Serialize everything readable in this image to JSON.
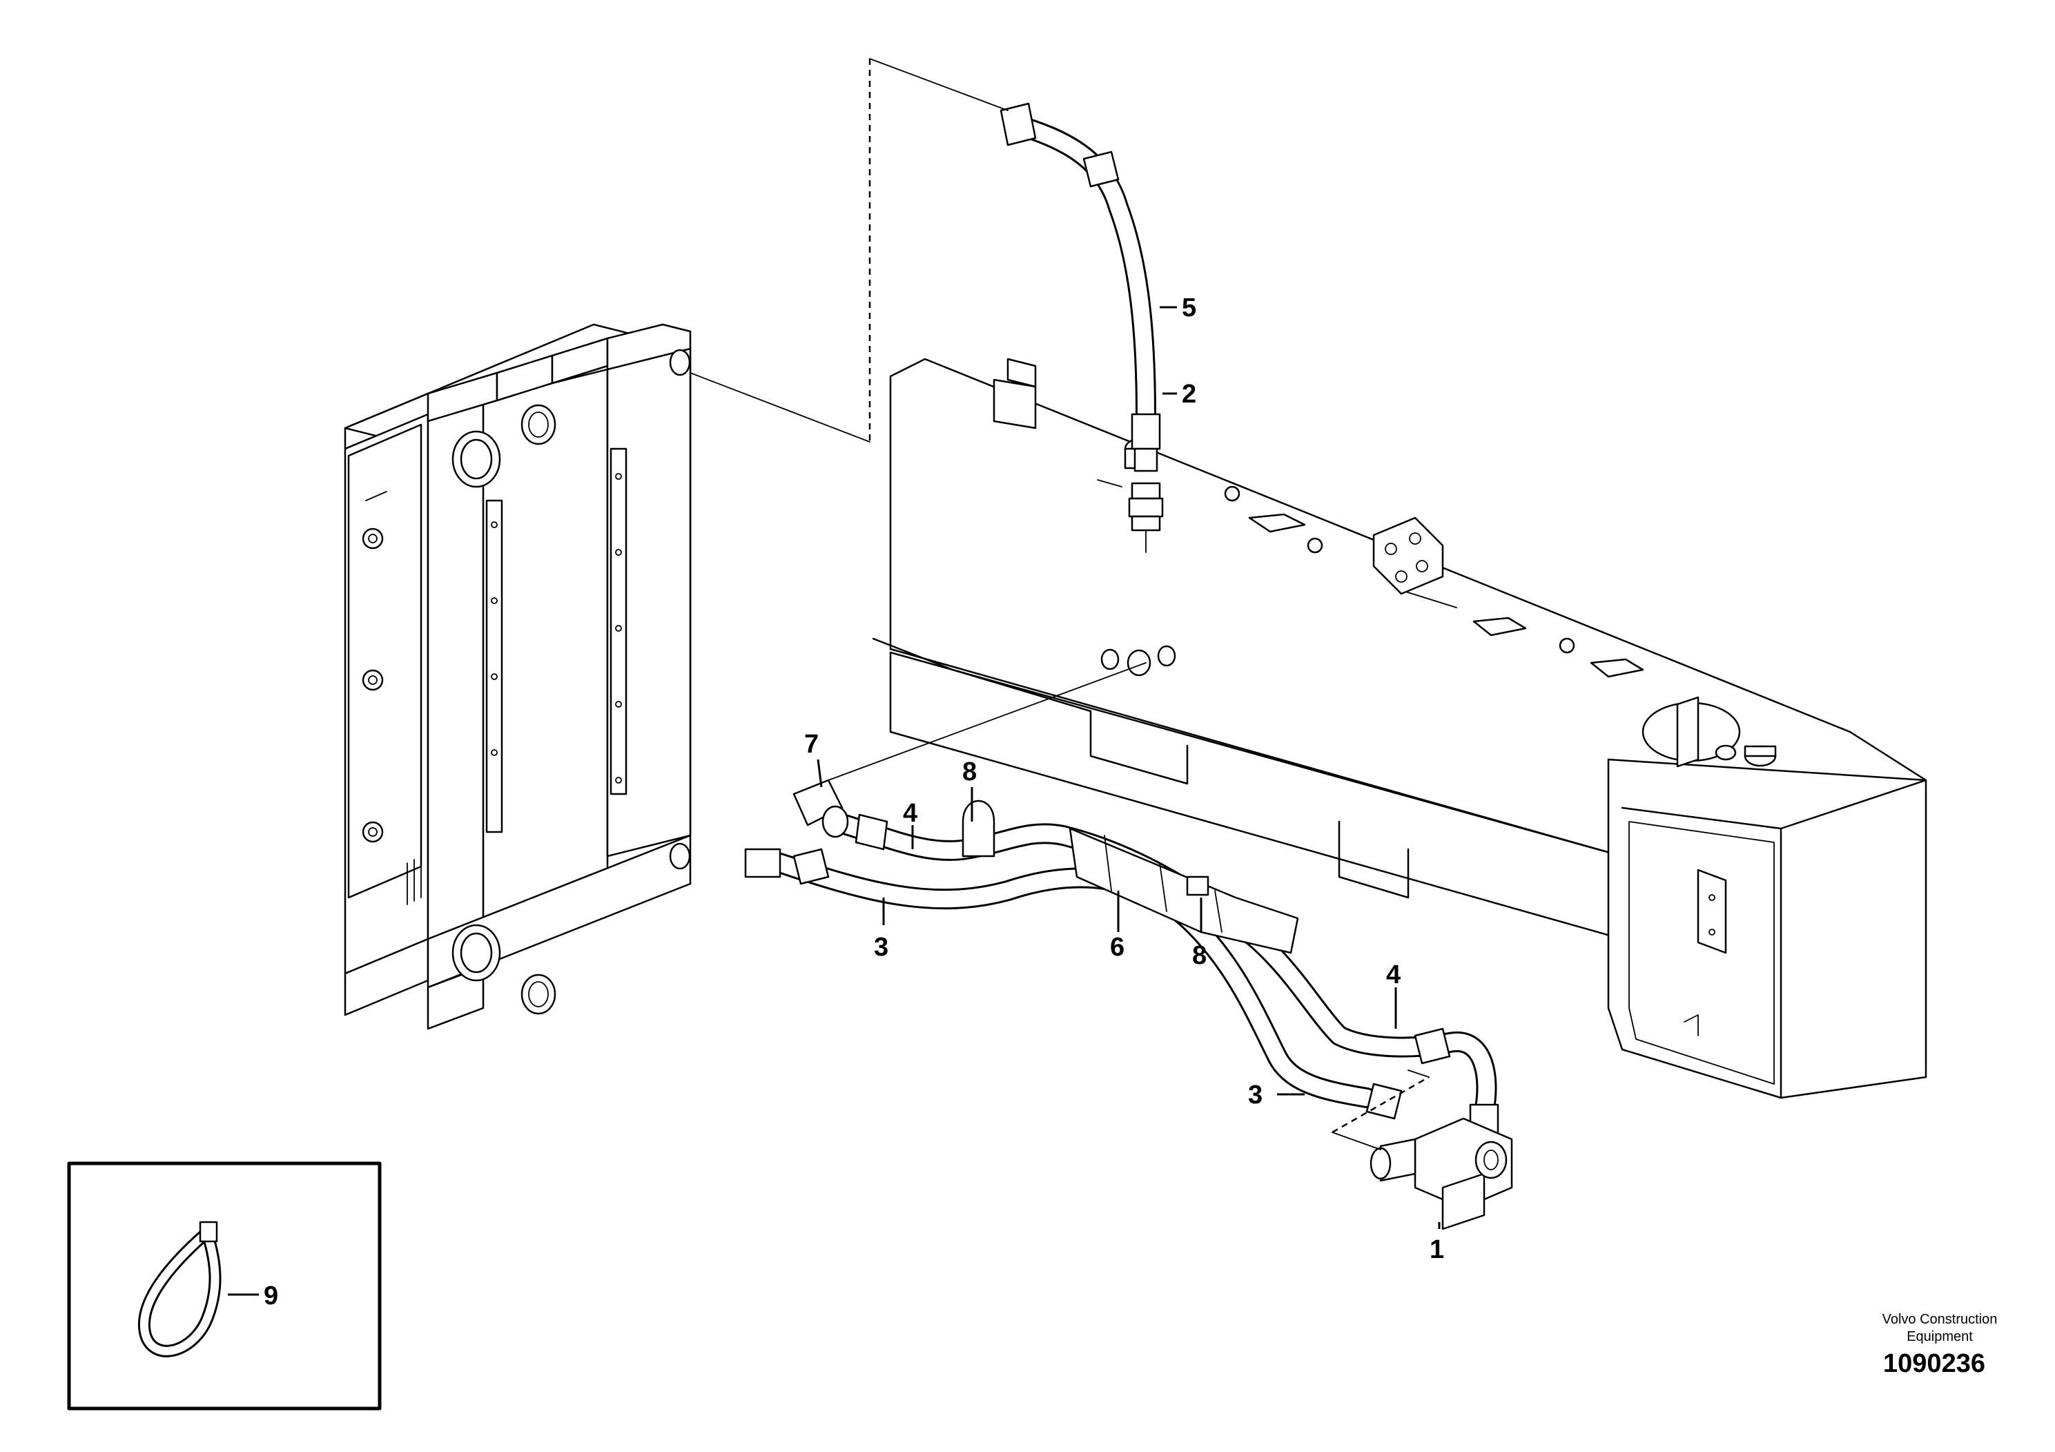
{
  "callouts": {
    "c1": "1",
    "c2": "2",
    "c3a": "3",
    "c3b": "3",
    "c4a": "4",
    "c4b": "4",
    "c5": "5",
    "c6": "6",
    "c7": "7",
    "c8a": "8",
    "c8b": "8",
    "c9": "9"
  },
  "brand": {
    "line1": "Volvo Construction",
    "line2": "Equipment"
  },
  "part_number": "1090236"
}
